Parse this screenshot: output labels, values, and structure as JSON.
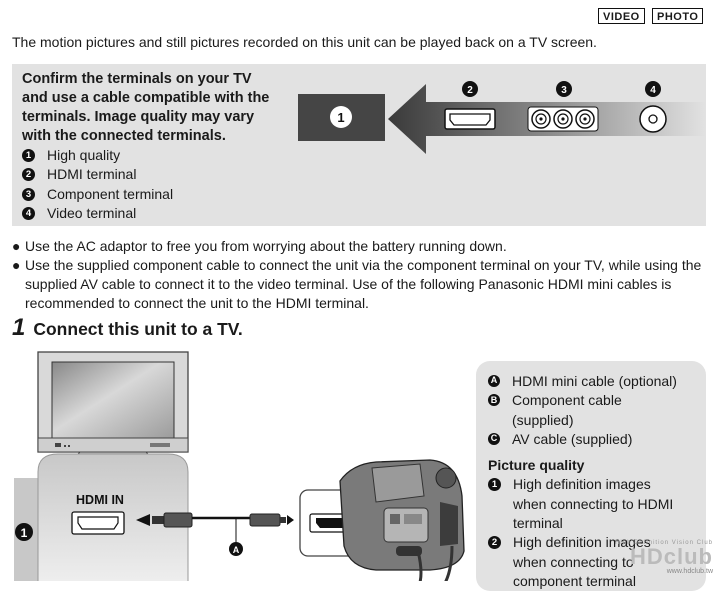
{
  "tags": {
    "video": "VIDEO",
    "photo": "PHOTO"
  },
  "intro": "The motion pictures and still pictures recorded on this unit can be played back on a TV screen.",
  "confirm": {
    "lines": [
      "Confirm the terminals on your TV",
      "and use a cable compatible with the",
      "terminals. Image quality may vary",
      "with the connected terminals."
    ],
    "legend": [
      {
        "num": "1",
        "label": "High quality"
      },
      {
        "num": "2",
        "label": "HDMI terminal"
      },
      {
        "num": "3",
        "label": "Component terminal"
      },
      {
        "num": "4",
        "label": "Video terminal"
      }
    ],
    "diagram_nums": {
      "n1": "1",
      "n2": "2",
      "n3": "3",
      "n4": "4"
    }
  },
  "bullets": [
    "Use the AC adaptor to free you from worrying about the battery running down.",
    "Use the supplied component cable to connect the unit via the component terminal on your TV, while using the supplied AV cable to connect it to the video terminal. Use of the following Panasonic HDMI mini cables is recommended to connect the unit to the HDMI terminal."
  ],
  "step": {
    "number": "1",
    "title": "Connect this unit to a TV."
  },
  "connection": {
    "hdmi_in": "HDMI IN",
    "callout": "A",
    "side_num": "1"
  },
  "notes": {
    "cables": [
      {
        "letter": "A",
        "lines": [
          "HDMI mini cable (optional)"
        ]
      },
      {
        "letter": "B",
        "lines": [
          "Component cable",
          "(supplied)"
        ]
      },
      {
        "letter": "C",
        "lines": [
          "AV cable (supplied)"
        ]
      }
    ],
    "pq_title": "Picture quality",
    "pq": [
      {
        "num": "1",
        "lines": [
          "High definition images",
          "when connecting to HDMI",
          "terminal"
        ]
      },
      {
        "num": "2",
        "lines": [
          "High definition images",
          "when connecting to",
          "component terminal"
        ]
      }
    ]
  },
  "watermark": {
    "line1": "High Definition Vision Club",
    "line2": "HDclub",
    "line3": "www.hdclub.tw"
  }
}
